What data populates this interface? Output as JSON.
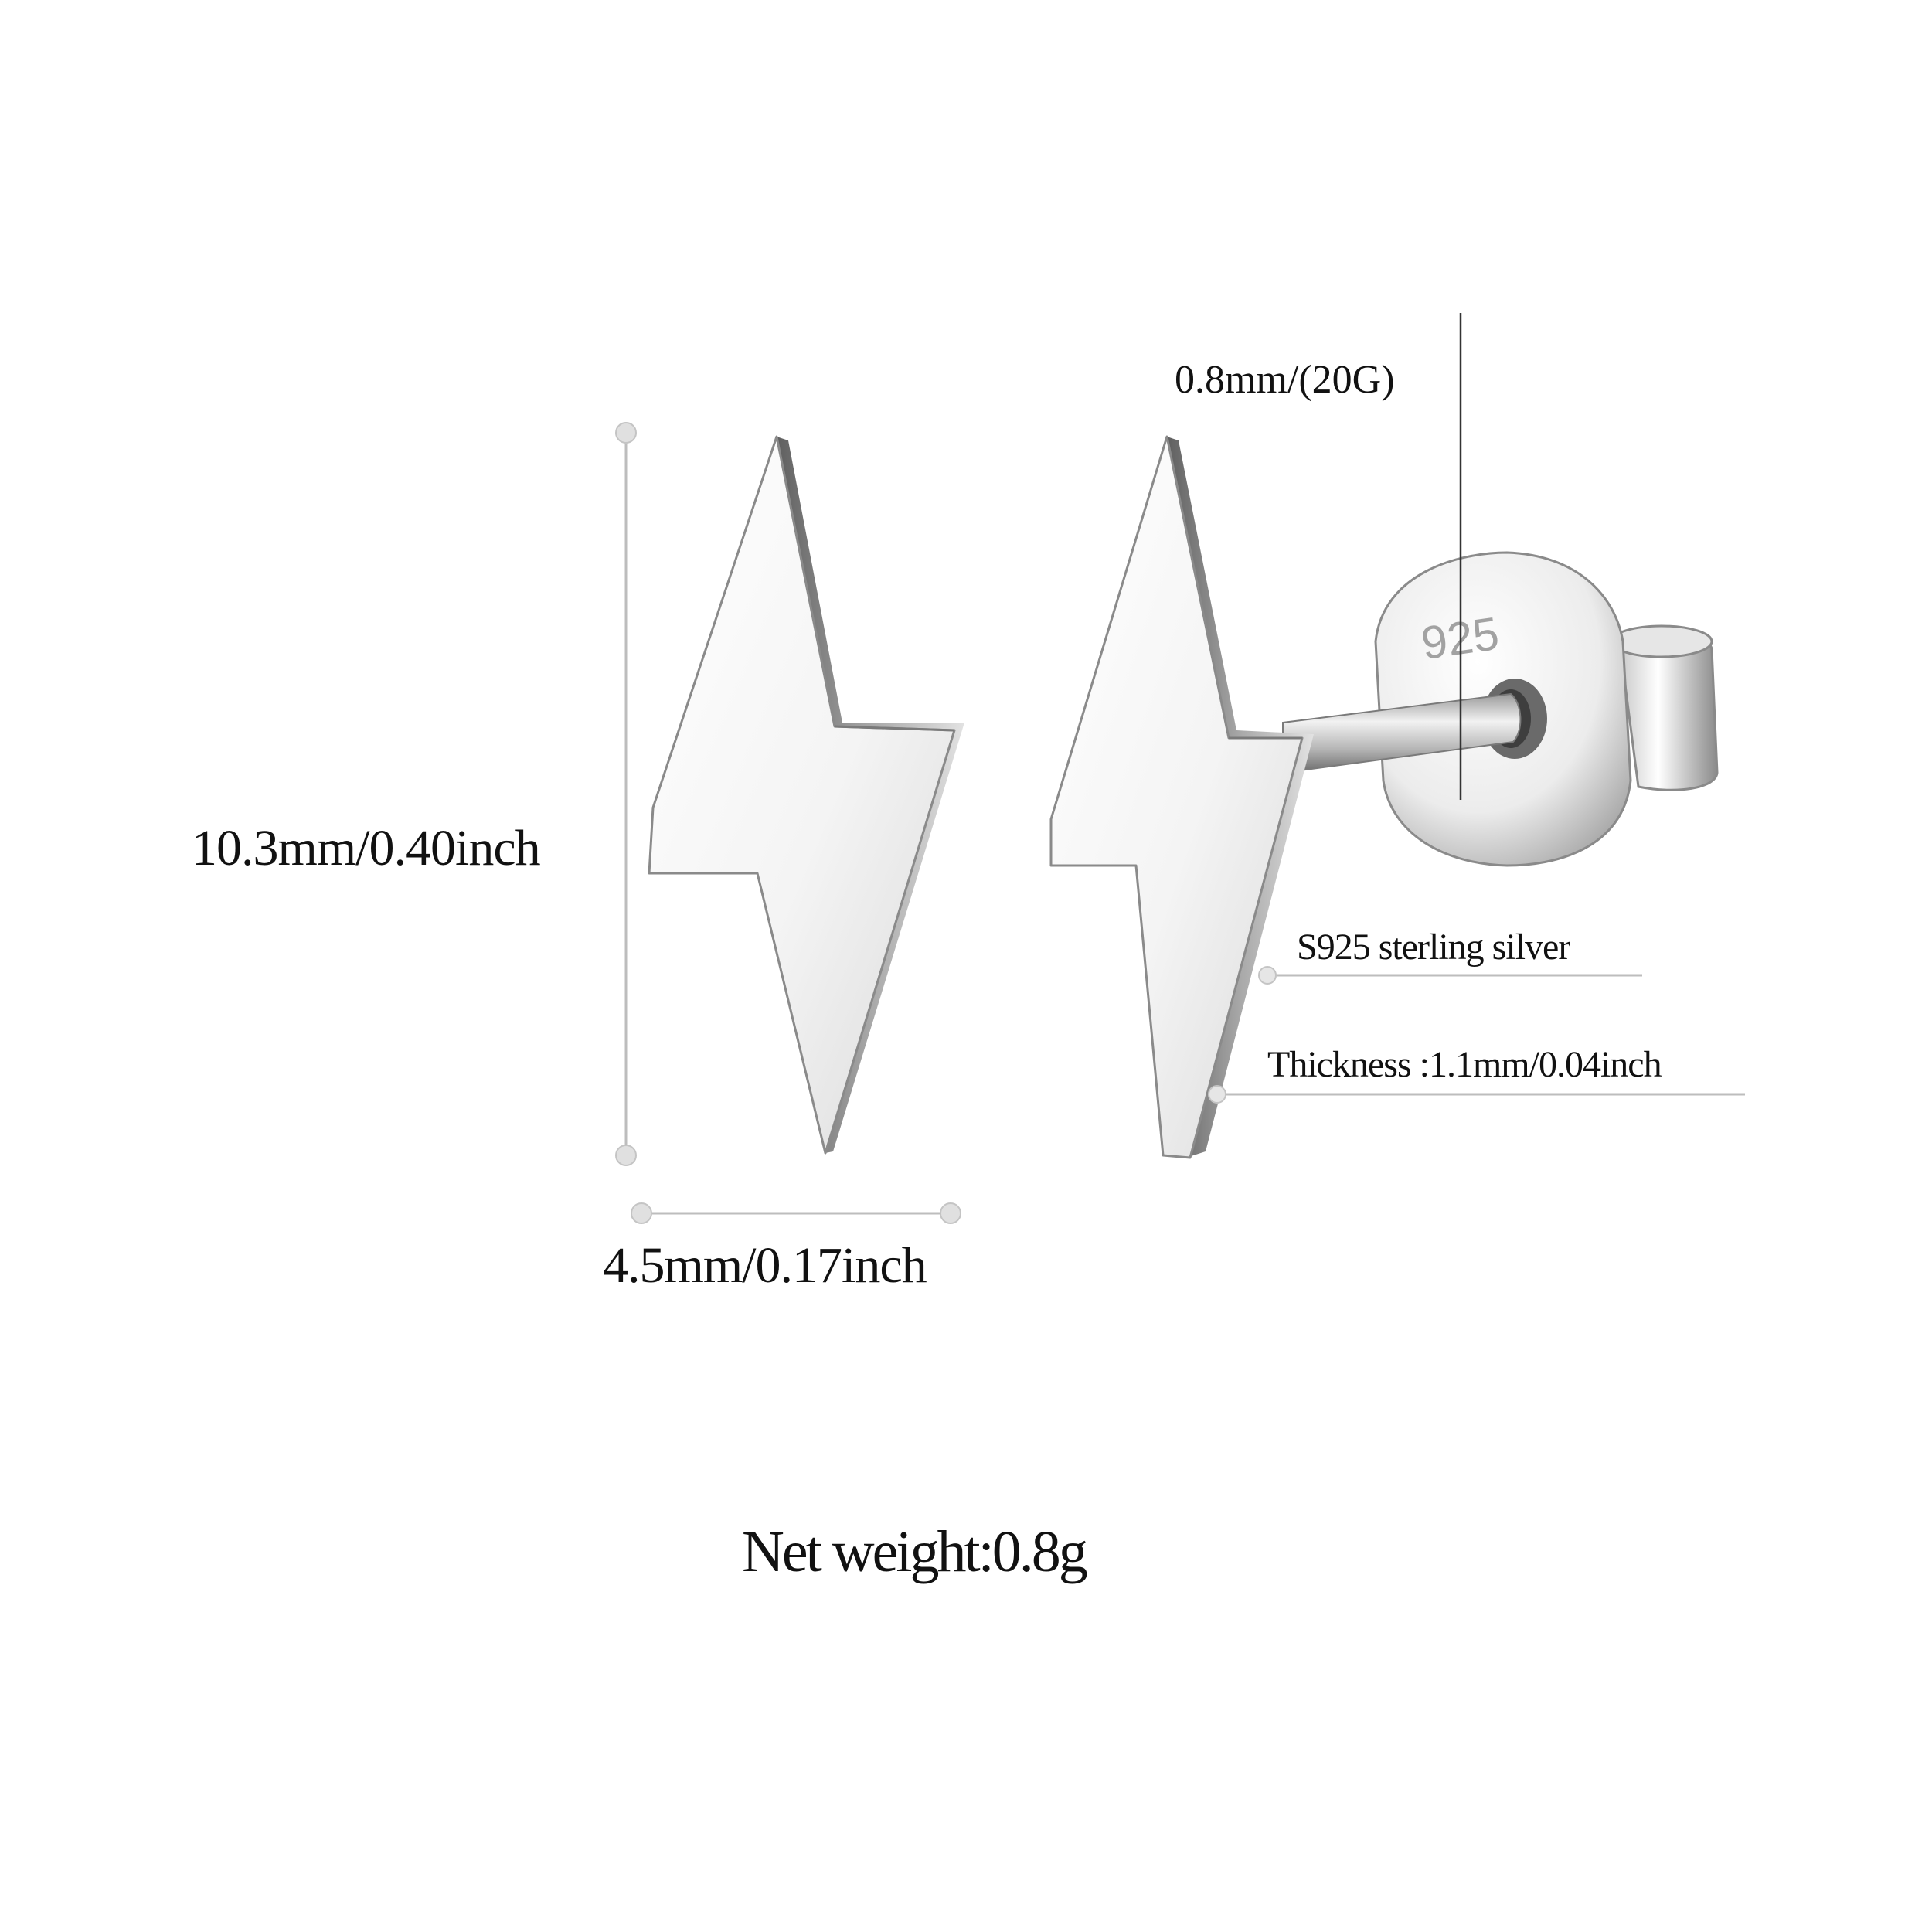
{
  "dimensions": {
    "height": "10.3mm/0.40inch",
    "width": "4.5mm/0.17inch",
    "post_gauge": "0.8mm/(20G)",
    "material": "S925 sterling silver",
    "thickness": "Thickness :1.1mm/0.04inch"
  },
  "net_weight": "Net weight:0.8g",
  "backing_stamp": "925",
  "colors": {
    "background": "#ffffff",
    "silver_light": "#f7f7f7",
    "silver_mid": "#cfcfcf",
    "silver_dark": "#6e6e6e",
    "guide_line": "#bdbdbd",
    "text": "#111111"
  }
}
